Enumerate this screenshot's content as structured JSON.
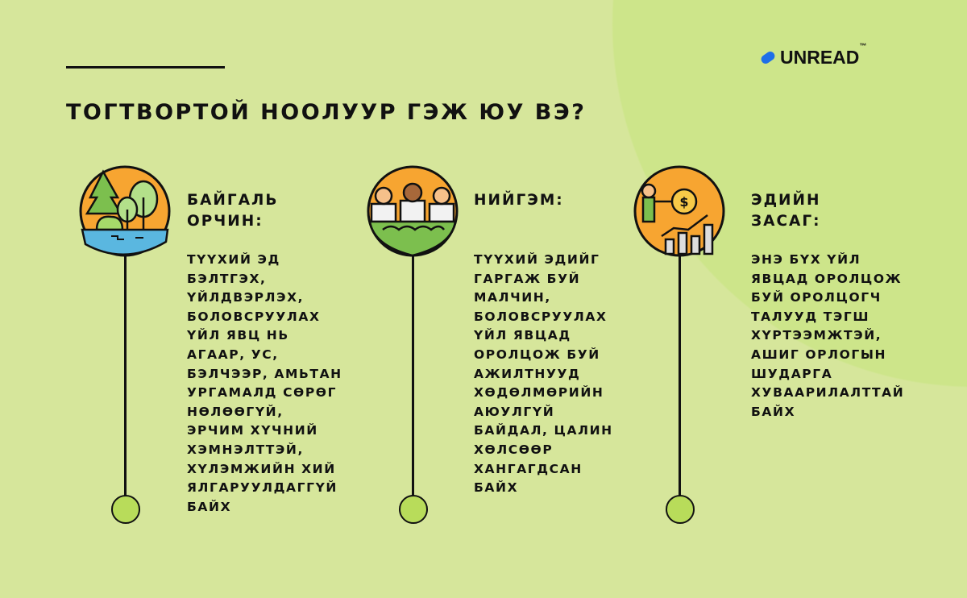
{
  "title": "ТОГТВОРТОЙ НООЛУУР ГЭЖ ЮУ ВЭ?",
  "logo": {
    "text": "UNREAD",
    "tm": "™",
    "color": "#1e6fe8"
  },
  "colors": {
    "background": "#d6e69b",
    "accent_orange": "#f7a531",
    "dot": "#b8dc5a"
  },
  "sections": [
    {
      "icon": "forest-icon",
      "heading": "БАЙГАЛЬ\nОРЧИН:",
      "lines": [
        "ТҮҮХИЙ ЭД",
        "БЭЛТГЭХ,",
        "ҮЙЛДВЭРЛЭХ,",
        "БОЛОВСРУУЛАХ",
        "ҮЙЛ ЯВЦ НЬ",
        "АГААР, УС,",
        "БЭЛЧЭЭР, АМЬТАН",
        "УРГАМАЛД СӨРӨГ",
        "НӨЛӨӨГҮЙ,",
        "ЭРЧИМ ХҮЧНИЙ",
        "ХЭМНЭЛТТЭЙ,",
        "ХҮЛЭМЖИЙН ХИЙ",
        "ЯЛГАРУУЛДАГГҮЙ",
        "БАЙХ"
      ]
    },
    {
      "icon": "people-icon",
      "heading": "НИЙГЭМ:",
      "lines": [
        "ТҮҮХИЙ ЭДИЙГ",
        "ГАРГАЖ БУЙ",
        "МАЛЧИН,",
        "БОЛОВСРУУЛАХ",
        "ҮЙЛ ЯВЦАД",
        "ОРОЛЦОЖ БУЙ",
        "АЖИЛТНУУД",
        "ХӨДӨЛМӨРИЙН",
        "АЮУЛГҮЙ",
        "БАЙДАЛ, ЦАЛИН",
        "ХӨЛСӨӨР",
        "ХАНГАГДСАН",
        "БАЙХ"
      ]
    },
    {
      "icon": "economy-chart-icon",
      "heading": "ЭДИЙН\nЗАСАГ:",
      "lines": [
        "ЭНЭ БҮХ ҮЙЛ",
        "ЯВЦАД ОРОЛЦОЖ",
        "БУЙ ОРОЛЦОГЧ",
        "ТАЛУУД ТЭГШ",
        "ХҮРТЭЭМЖТЭЙ,",
        "АШИГ ОРЛОГЫН",
        "ШУДАРГА",
        "ХУВААРИЛАЛТТАЙ",
        "БАЙХ"
      ]
    }
  ]
}
